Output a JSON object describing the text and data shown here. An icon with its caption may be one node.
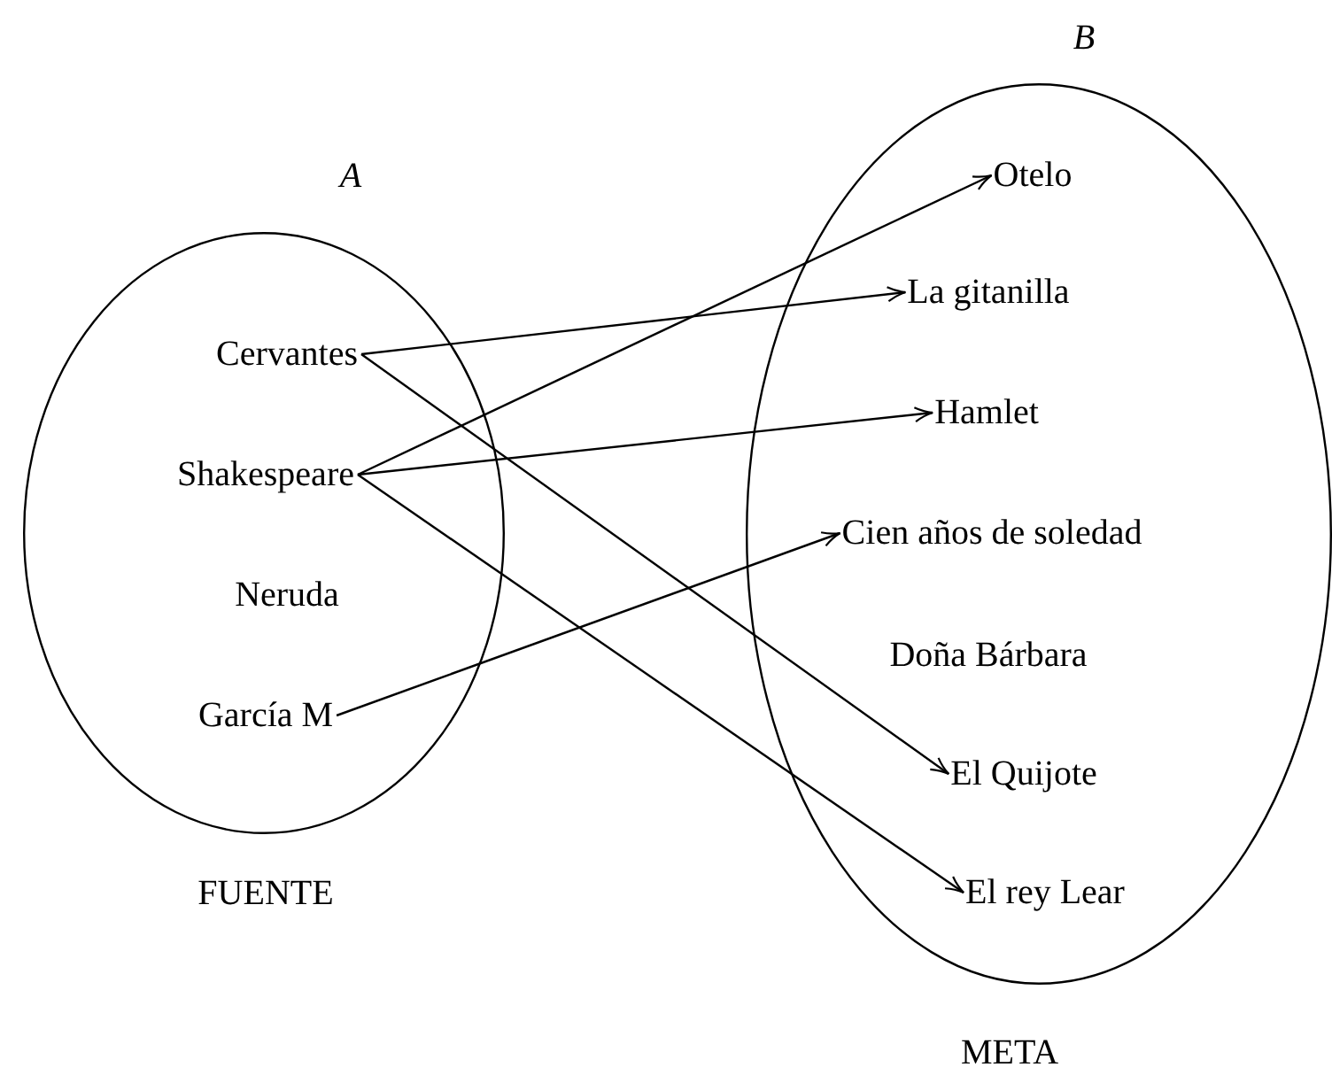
{
  "diagram": {
    "nodes": [
      {
        "text": [
          "A"
        ],
        "beside": [
          "FUENTE"
        ]
      },
      {
        "text": [
          "Cervantes"
        ],
        "in": 0
      },
      {
        "text": [
          "Shakespeare"
        ],
        "in": 0
      },
      {
        "text": [
          "Neruda"
        ],
        "in": 0
      },
      {
        "text": [
          "García M"
        ],
        "in": 0
      },
      {
        "text": [
          "B"
        ],
        "beside": [
          "META"
        ]
      },
      {
        "text": [
          "Otelo"
        ],
        "in": 5
      },
      {
        "text": [
          "La gitanilla"
        ],
        "in": 5
      },
      {
        "text": [
          "Hamlet"
        ],
        "in": 5
      },
      {
        "text": [
          "Cien años de soledad"
        ],
        "in": 5
      },
      {
        "text": [
          "Doña Bárbara"
        ],
        "in": 5
      },
      {
        "text": [
          "El Quijote"
        ],
        "in": 5
      },
      {
        "text": [
          "El rey Lear"
        ],
        "in": 5
      }
    ],
    "edges": [
      {
        "from": 1,
        "to": 7,
        "arrow": "to"
      },
      {
        "from": 1,
        "to": 11,
        "arrow": "to"
      },
      {
        "from": 2,
        "to": 6,
        "arrow": "to"
      },
      {
        "from": 2,
        "to": 8,
        "arrow": "to"
      },
      {
        "from": 2,
        "to": 12,
        "arrow": "to"
      },
      {
        "from": 4,
        "to": 9,
        "arrow": "to"
      }
    ]
  }
}
